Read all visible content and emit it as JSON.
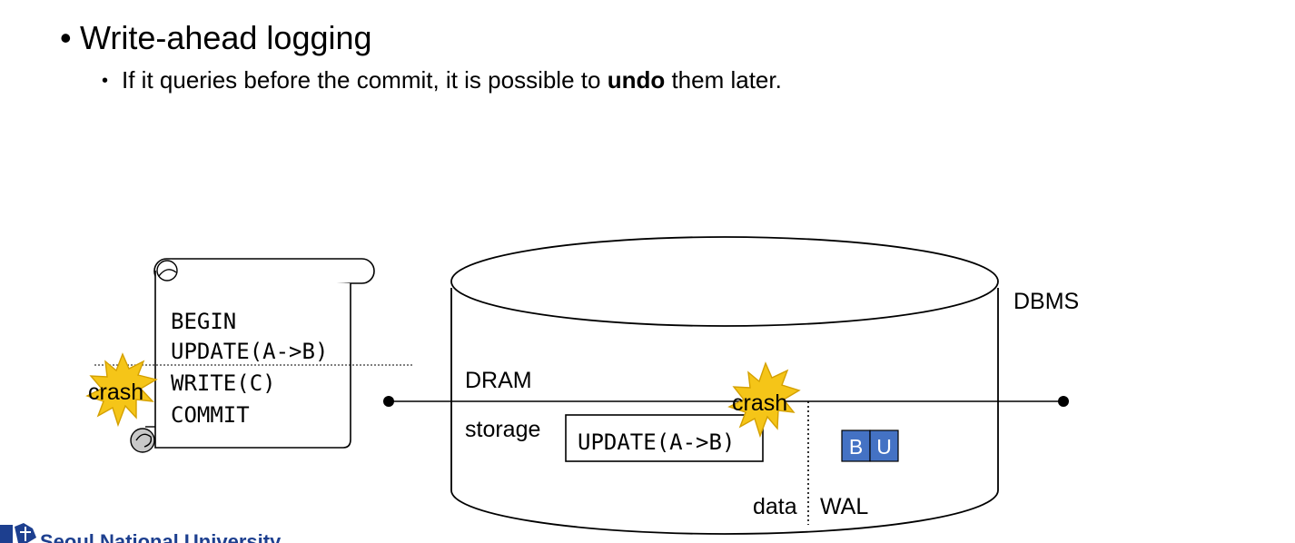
{
  "heading": {
    "bullet": "•",
    "title": "Write-ahead logging"
  },
  "subbullet": {
    "bullet": "•",
    "text_before": "If it queries before the commit, it is possible to ",
    "bold_word": "undo",
    "text_after": " them later."
  },
  "scroll": {
    "lines": [
      "BEGIN",
      "UPDATE(A->B)",
      "WRITE(C)",
      "COMMIT"
    ]
  },
  "crash_labels": {
    "left": "crash",
    "right": "crash"
  },
  "dbms": {
    "label": "DBMS",
    "dram_label": "DRAM",
    "storage_label": "storage",
    "storage_entry": "UPDATE(A->B)",
    "data_label": "data",
    "wal_label": "WAL",
    "wal_blocks": [
      "B",
      "U"
    ]
  },
  "footer": {
    "university": "Seoul National University"
  },
  "colors": {
    "wal_block_fill": "#4472c4",
    "wal_block_text": "#ffffff",
    "crash_fill": "#f5c518",
    "crash_stroke": "#d4a000",
    "scroll_curl": "#c8c8c8",
    "logo_blue": "#1d3f8f"
  }
}
